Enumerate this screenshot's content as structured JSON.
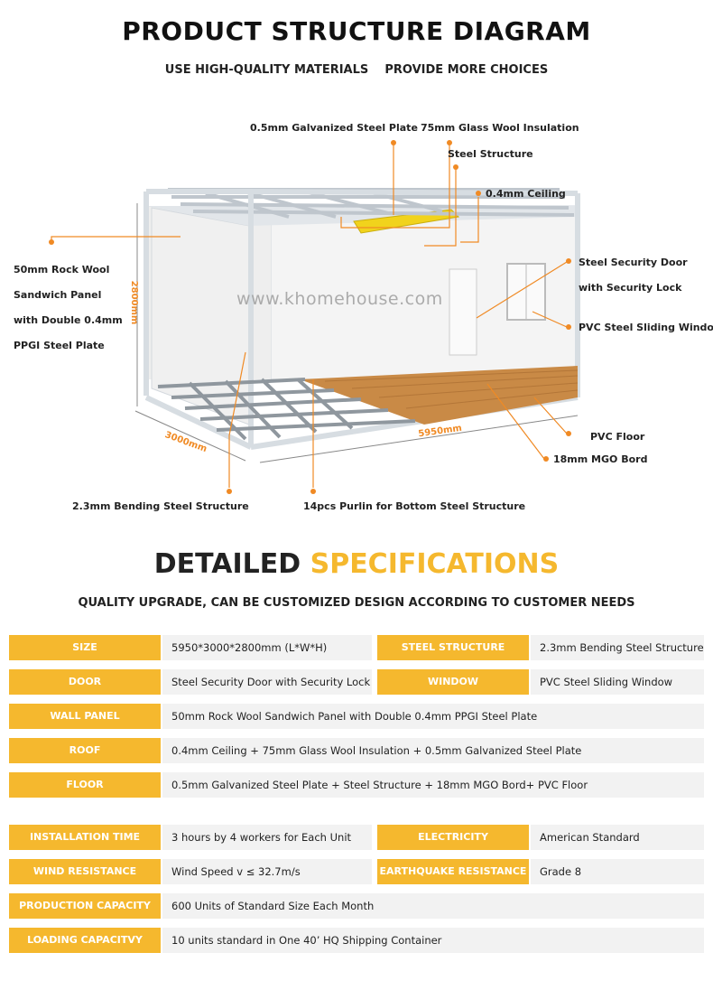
{
  "header": {
    "title": "PRODUCT STRUCTURE DIAGRAM",
    "subtitle": "USE HIGH-QUALITY MATERIALS    PROVIDE MORE CHOICES"
  },
  "diagram": {
    "labels": {
      "galvanized": "0.5mm Galvanized Steel Plate",
      "glasswool": "75mm Glass Wool Insulation",
      "steel_structure": "Steel Structure",
      "ceiling": "0.4mm Ceiling",
      "rockwool": "50mm Rock Wool Sandwich Panel with Double 0.4mm PPGI Steel Plate",
      "door": "Steel Security Door with Security Lock",
      "window": "PVC Steel Sliding Window",
      "pvc_floor": "PVC Floor",
      "mgo": "18mm MGO Bord",
      "bending": "2.3mm Bending Steel Structure",
      "purlin": "14pcs Purlin for Bottom Steel Structure"
    },
    "dimensions": {
      "height": "2800mm",
      "width": "3000mm",
      "length": "5950mm"
    },
    "watermark": "www.khomehouse.com",
    "accent_color": "#f08a24"
  },
  "specs": {
    "title_main": "DETAILED",
    "title_accent": "SPECIFICATIONS",
    "subtitle": "QUALITY UPGRADE, CAN BE CUSTOMIZED DESIGN ACCORDING TO CUSTOMER NEEDS",
    "accent_color": "#f5b82e",
    "rows": [
      {
        "k1": "SIZE",
        "v1": "5950*3000*2800mm (L*W*H)",
        "k2": "STEEL STRUCTURE",
        "v2": "2.3mm Bending Steel Structure"
      },
      {
        "k1": "DOOR",
        "v1": "Steel Security Door with Security Lock",
        "k2": "WINDOW",
        "v2": "PVC Steel Sliding Window"
      },
      {
        "k1": "WALL PANEL",
        "v1": "50mm Rock Wool Sandwich Panel with Double 0.4mm PPGI Steel Plate"
      },
      {
        "k1": "ROOF",
        "v1": "0.4mm Ceiling + 75mm Glass Wool Insulation + 0.5mm Galvanized Steel Plate"
      },
      {
        "k1": "FLOOR",
        "v1": "0.5mm Galvanized Steel Plate + Steel Structure + 18mm MGO Bord+ PVC Floor"
      },
      {
        "k1": "INSTALLATION TIME",
        "v1": "3 hours by 4 workers for Each Unit",
        "k2": "ELECTRICITY",
        "v2": "American Standard"
      },
      {
        "k1": "WIND RESISTANCE",
        "v1": "Wind Speed v ≤ 32.7m/s",
        "k2": "EARTHQUAKE RESISTANCE",
        "v2": "Grade 8"
      },
      {
        "k1": "PRODUCTION CAPACITY",
        "v1": "600 Units of Standard Size Each Month"
      },
      {
        "k1": "LOADING CAPACITVY",
        "v1": "10 units standard in One 40’ HQ Shipping Container"
      }
    ]
  }
}
